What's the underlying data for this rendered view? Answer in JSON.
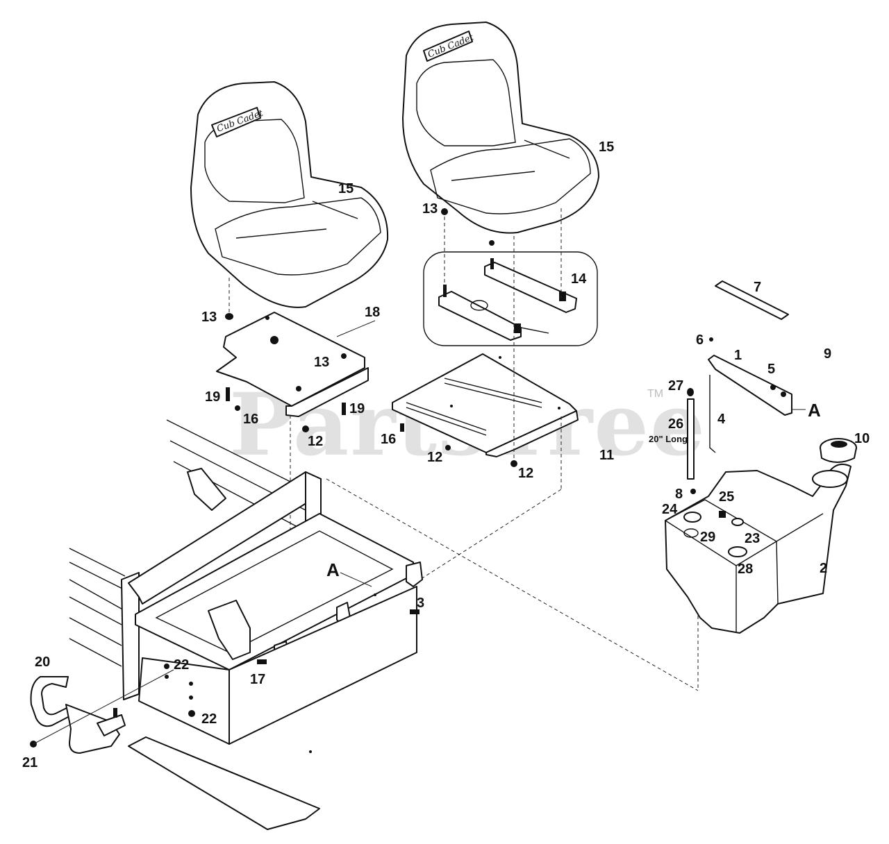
{
  "watermark": {
    "text": "PartsTree",
    "trademark": "TM"
  },
  "seat_brand": "Cub Cadet",
  "section_marker": "A",
  "callouts": {
    "c1": "1",
    "c2": "2",
    "c3": "3",
    "c4": "4",
    "c5": "5",
    "c6": "6",
    "c7": "7",
    "c8": "8",
    "c9": "9",
    "c10": "10",
    "c11": "11",
    "c12": "12",
    "c13": "13",
    "c14": "14",
    "c15": "15",
    "c16": "16",
    "c17": "17",
    "c18": "18",
    "c19": "19",
    "c20": "20",
    "c21": "21",
    "c22": "22",
    "c23": "23",
    "c24": "24",
    "c25": "25",
    "c26": "26",
    "c27": "27",
    "c28": "28",
    "c29": "29"
  },
  "note_26": "20\" Long"
}
